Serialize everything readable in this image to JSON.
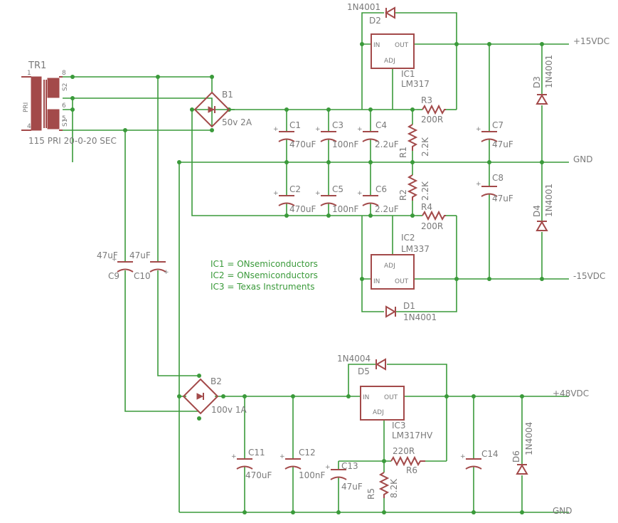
{
  "transformer": {
    "name": "TR1",
    "spec": "115 PRI 20-0-20 SEC",
    "pri_label": "PRI",
    "pin1": "1",
    "pin4": "4",
    "pin8": "8",
    "pin6": "6",
    "pin5": "5",
    "s1": "S1",
    "s2": "S2"
  },
  "bridges": {
    "b1_name": "B1",
    "b1_rating": "50v 2A",
    "b2_name": "B2",
    "b2_rating": "100v 1A"
  },
  "regulators": {
    "ic1_name": "IC1",
    "ic1_part": "LM317",
    "ic2_name": "IC2",
    "ic2_part": "LM337",
    "ic3_name": "IC3",
    "ic3_part": "LM317HV",
    "pin_in": "IN",
    "pin_out": "OUT",
    "pin_adj": "ADJ"
  },
  "caps": {
    "c1": "C1",
    "c1v": "470uF",
    "c2": "C2",
    "c2v": "470uF",
    "c3": "C3",
    "c3v": "100nF",
    "c5": "C5",
    "c5v": "100nF",
    "c4": "C4",
    "c4v": "2.2uF",
    "c6": "C6",
    "c6v": "2.2uF",
    "c7": "C7",
    "c7v": "47uF",
    "c8": "C8",
    "c8v": "47uF",
    "c9": "C9",
    "c9v": "47uF",
    "c10": "C10",
    "c10v": "47uF",
    "c11": "C11",
    "c11v": "470uF",
    "c12": "C12",
    "c12v": "100nF",
    "c13": "C13",
    "c13v": "47uF",
    "c14": "C14"
  },
  "resistors": {
    "r1": "R1",
    "r1v": "2.2K",
    "r2": "R2",
    "r2v": "2.2K",
    "r3": "R3",
    "r3v": "200R",
    "r4": "R4",
    "r4v": "200R",
    "r5": "R5",
    "r5v": "8.2K",
    "r6": "R6",
    "r6v": "220R"
  },
  "diodes": {
    "d1": "D1",
    "d1v": "1N4001",
    "d2": "D2",
    "d2v": "1N4001",
    "d3": "D3",
    "d3v": "1N4001",
    "d4": "D4",
    "d4v": "1N4001",
    "d5": "D5",
    "d5v": "1N4004",
    "d6": "D6",
    "d6v": "1N4004"
  },
  "rails": {
    "p15": "+15VDC",
    "gnd1": "GND",
    "n15": "-15VDC",
    "p48": "+48VDC",
    "gnd2": "GND"
  },
  "notes": [
    "IC1 = ONsemiconductors",
    "IC2 = ONsemiconductors",
    "IC3 = Texas Instruments"
  ]
}
